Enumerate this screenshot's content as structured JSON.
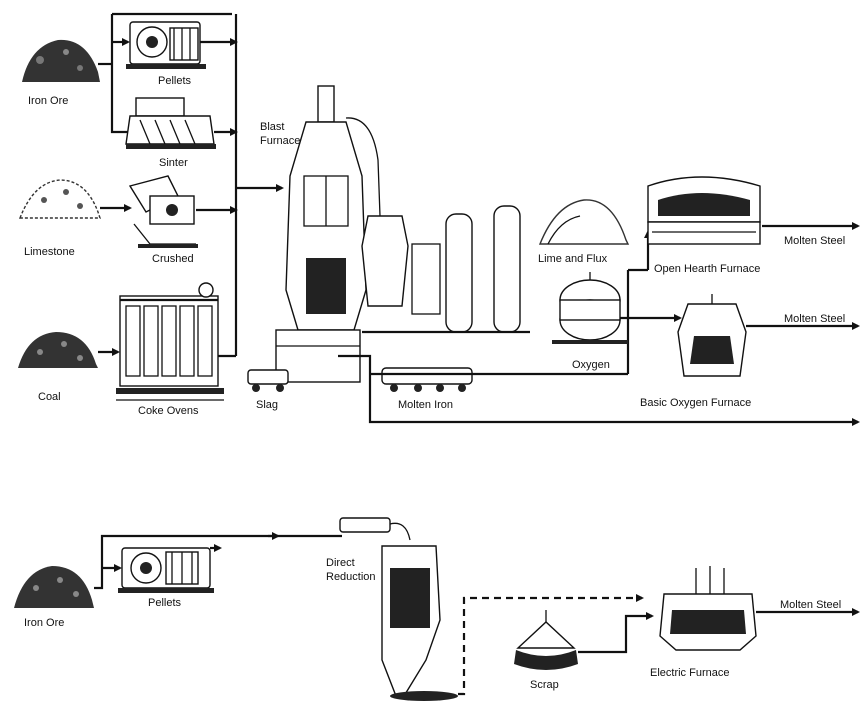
{
  "labels": {
    "iron_ore_top": "Iron Ore",
    "pellets_top": "Pellets",
    "sinter": "Sinter",
    "blast_furnace_line1": "Blast",
    "blast_furnace_line2": "Furnace",
    "limestone": "Limestone",
    "crushed": "Crushed",
    "coal": "Coal",
    "coke_ovens": "Coke Ovens",
    "slag": "Slag",
    "molten_iron": "Molten Iron",
    "lime_and_flux": "Lime and Flux",
    "open_hearth_furnace": "Open Hearth Furnace",
    "oxygen": "Oxygen",
    "basic_oxygen_furnace": "Basic Oxygen Furnace",
    "molten_steel_1": "Molten Steel",
    "molten_steel_2": "Molten Steel",
    "iron_ore_bottom": "Iron Ore",
    "pellets_bottom": "Pellets",
    "direct_reduction_line1": "Direct",
    "direct_reduction_line2": "Reduction",
    "scrap": "Scrap",
    "electric_furnace": "Electric Furnace",
    "molten_steel_3": "Molten Steel"
  }
}
